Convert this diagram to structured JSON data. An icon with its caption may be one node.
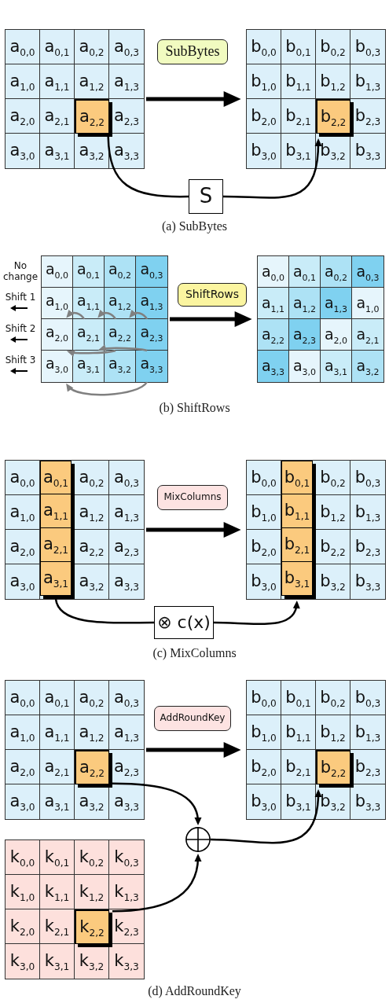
{
  "diagram": {
    "nodes": [
      {
        "text": [],
        "shape": "box"
      },
      {
        "text": [
          "a$_{0,0}$"
        ],
        "in": 0
      },
      {
        "text": [
          "a$_{0,1}$"
        ],
        "in": 0
      },
      {
        "text": [
          "a$_{0,2}$"
        ],
        "in": 0
      },
      {
        "text": [
          "a$_{0,3}$"
        ],
        "in": 0
      },
      {
        "text": [
          "a$_{1,0}$"
        ],
        "in": 0
      },
      {
        "text": [
          "a$_{1,1}$"
        ],
        "in": 0
      },
      {
        "text": [
          "a$_{1,2}$"
        ],
        "in": 0
      },
      {
        "text": [
          "a$_{1,3}$"
        ],
        "in": 0
      },
      {
        "text": [
          "a$_{2,0}$"
        ],
        "in": 0
      },
      {
        "text": [
          "a$_{2,1}$"
        ],
        "in": 0
      },
      {
        "text": [
          "a$_{2,2}$"
        ],
        "in": 0
      },
      {
        "text": [
          "a$_{2,3}$"
        ],
        "in": 0
      },
      {
        "text": [
          "a$_{3,0}$"
        ],
        "in": 0
      },
      {
        "text": [
          "a$_{3,1}$"
        ],
        "in": 0
      },
      {
        "text": [
          "a$_{3,2}$"
        ],
        "in": 0
      },
      {
        "text": [
          "a$_{3,3}$"
        ],
        "in": 0
      },
      {
        "text": [
          "SubBytes"
        ]
      },
      {
        "text": [],
        "shape": "box"
      },
      {
        "text": [
          "b$_{0,0}$"
        ],
        "in": 18
      },
      {
        "text": [
          "b$_{0,1}$"
        ],
        "in": 18
      },
      {
        "text": [
          "b$_{0,2}$"
        ],
        "in": 18
      },
      {
        "text": [
          "b$_{0,3}$"
        ],
        "in": 18
      },
      {
        "text": [
          "b$_{1,0}$"
        ],
        "in": 18
      },
      {
        "text": [
          "b$_{1,1}$"
        ],
        "in": 18
      },
      {
        "text": [
          "b$_{1,2}$"
        ],
        "in": 18
      },
      {
        "text": [
          "b$_{1,3}$"
        ],
        "in": 18
      },
      {
        "text": [
          "b$_{2,0}$"
        ],
        "in": 18
      },
      {
        "text": [
          "b$_{2,1}$"
        ],
        "in": 18
      },
      {
        "text": [
          "b$_{2,2}$"
        ],
        "in": 18
      },
      {
        "text": [
          "b$_{2,3}$"
        ],
        "in": 18
      },
      {
        "text": [
          "b$_{3,0}$"
        ],
        "in": 18
      },
      {
        "text": [
          "b$_{3,1}$"
        ],
        "in": 18
      },
      {
        "text": [
          "b$_{3,2}$"
        ],
        "in": 18
      },
      {
        "text": [
          "b$_{3,3}$"
        ],
        "in": 18
      },
      {
        "text": [
          "S"
        ]
      },
      {
        "text": [],
        "shape": "box"
      },
      {
        "text": [
          "a$_{0,0}$"
        ],
        "in": 36
      },
      {
        "text": [
          "a$_{0,1}$"
        ],
        "in": 36
      },
      {
        "text": [
          "a$_{0,2}$"
        ],
        "in": 36
      },
      {
        "text": [
          "a$_{0,3}$"
        ],
        "in": 36
      },
      {
        "text": [
          "a$_{1,0}$"
        ],
        "in": 36
      },
      {
        "text": [
          "a$_{1,1}$"
        ],
        "in": 36
      },
      {
        "text": [
          "a$_{1,2}$"
        ],
        "in": 36
      },
      {
        "text": [
          "a$_{1,3}$"
        ],
        "in": 36
      },
      {
        "text": [
          "a$_{2,0}$"
        ],
        "in": 36
      },
      {
        "text": [
          "a$_{2,1}$"
        ],
        "in": 36
      },
      {
        "text": [
          "a$_{2,2}$"
        ],
        "in": 36
      },
      {
        "text": [
          "a$_{2,3}$"
        ],
        "in": 36
      },
      {
        "text": [
          "a$_{3,0}$"
        ],
        "in": 36
      },
      {
        "text": [
          "a$_{3,1}$"
        ],
        "in": 36
      },
      {
        "text": [
          "a$_{3,2}$"
        ],
        "in": 36
      },
      {
        "text": [
          "a$_{3,3}$"
        ],
        "in": 36
      },
      {
        "text": [
          "ShiftRows"
        ]
      },
      {
        "text": [],
        "shape": "box"
      },
      {
        "text": [
          "a$_{0,0}$"
        ],
        "in": 54
      },
      {
        "text": [
          "a$_{0,1}$"
        ],
        "in": 54
      },
      {
        "text": [
          "a$_{0,2}$"
        ],
        "in": 54
      },
      {
        "text": [
          "a$_{0,3}$"
        ],
        "in": 54
      },
      {
        "text": [
          "a$_{1,1}$"
        ],
        "in": 54
      },
      {
        "text": [
          "a$_{1,2}$"
        ],
        "in": 54
      },
      {
        "text": [
          "a$_{1,3}$"
        ],
        "in": 54
      },
      {
        "text": [
          "a$_{1,0}$"
        ],
        "in": 54
      },
      {
        "text": [
          "a$_{2,2}$"
        ],
        "in": 54
      },
      {
        "text": [
          "a$_{2,3}$"
        ],
        "in": 54
      },
      {
        "text": [
          "a$_{2,0}$"
        ],
        "in": 54
      },
      {
        "text": [
          "a$_{2,1}$"
        ],
        "in": 54
      },
      {
        "text": [
          "a$_{3,3}$"
        ],
        "in": 54
      },
      {
        "text": [
          "a$_{3,0}$"
        ],
        "in": 54
      },
      {
        "text": [
          "a$_{3,1}$"
        ],
        "in": 54
      },
      {
        "text": [
          "a$_{3,2}$"
        ],
        "in": 54
      },
      {
        "text": [],
        "shape": "box"
      },
      {
        "text": [
          "a$_{0,0}$"
        ],
        "in": 71
      },
      {
        "text": [
          "a$_{0,2}$"
        ],
        "in": 71
      },
      {
        "text": [
          "a$_{0,3}$"
        ],
        "in": 71
      },
      {
        "text": [
          "a$_{1,0}$"
        ],
        "in": 71
      },
      {
        "text": [
          "a$_{1,2}$"
        ],
        "in": 71
      },
      {
        "text": [
          "a$_{1,3}$"
        ],
        "in": 71
      },
      {
        "text": [
          "a$_{2,0}$"
        ],
        "in": 71
      },
      {
        "text": [
          "a$_{2,2}$"
        ],
        "in": 71
      },
      {
        "text": [
          "a$_{2,3}$"
        ],
        "in": 71
      },
      {
        "text": [
          "a$_{3,0}$"
        ],
        "in": 71
      },
      {
        "text": [
          "a$_{3,2}$"
        ],
        "in": 71
      },
      {
        "text": [
          "a$_{3,3}$"
        ],
        "in": 71
      },
      {
        "text": [],
        "shape": "bar",
        "in": 71
      },
      {
        "text": [
          "a$_{0,1}$"
        ],
        "in": 84
      },
      {
        "text": [
          "a$_{1,1}$"
        ],
        "in": 84
      },
      {
        "text": [
          "a$_{2,1}$"
        ],
        "in": 84
      },
      {
        "text": [
          "a$_{3,1}$"
        ],
        "in": 84
      },
      {
        "text": [
          "MixColumns"
        ]
      },
      {
        "text": [],
        "shape": "box"
      },
      {
        "text": [
          "b$_{0,0}$"
        ],
        "in": 90
      },
      {
        "text": [
          "b$_{0,2}$"
        ],
        "in": 90
      },
      {
        "text": [
          "b$_{0,3}$"
        ],
        "in": 90
      },
      {
        "text": [
          "b$_{1,0}$"
        ],
        "in": 90
      },
      {
        "text": [
          "b$_{1,2}$"
        ],
        "in": 90
      },
      {
        "text": [
          "b$_{1,3}$"
        ],
        "in": 90
      },
      {
        "text": [
          "b$_{2,0}$"
        ],
        "in": 90
      },
      {
        "text": [
          "b$_{2,2}$"
        ],
        "in": 90
      },
      {
        "text": [
          "b$_{2,3}$"
        ],
        "in": 90
      },
      {
        "text": [
          "b$_{3,0}$"
        ],
        "in": 90
      },
      {
        "text": [
          "b$_{3,2}$"
        ],
        "in": 90
      },
      {
        "text": [
          "b$_{3,3}$"
        ],
        "in": 90
      },
      {
        "text": [],
        "shape": "bar",
        "in": 90
      },
      {
        "text": [
          "b$_{0,1}$"
        ],
        "in": 103
      },
      {
        "text": [
          "b$_{1,1}$"
        ],
        "in": 103
      },
      {
        "text": [
          "b$_{2,1}$"
        ],
        "in": 103
      },
      {
        "text": [
          "b$_{3,1}$"
        ],
        "in": 103
      },
      {
        "text": [
          "⊗ c(x)"
        ]
      },
      {
        "text": [],
        "shape": "box"
      },
      {
        "text": [
          "a$_{0,0}$"
        ],
        "in": 109
      },
      {
        "text": [
          "a$_{0,1}$"
        ],
        "in": 109
      },
      {
        "text": [
          "a$_{0,2}$"
        ],
        "in": 109
      },
      {
        "text": [
          "a$_{0,3}$"
        ],
        "in": 109
      },
      {
        "text": [
          "a$_{1,0}$"
        ],
        "in": 109
      },
      {
        "text": [
          "a$_{1,1}$"
        ],
        "in": 109
      },
      {
        "text": [
          "a$_{1,2}$"
        ],
        "in": 109
      },
      {
        "text": [
          "a$_{1,3}$"
        ],
        "in": 109
      },
      {
        "text": [
          "a$_{2,0}$"
        ],
        "in": 109
      },
      {
        "text": [
          "a$_{2,1}$"
        ],
        "in": 109
      },
      {
        "text": [
          "a$_{2,2}$"
        ],
        "in": 109
      },
      {
        "text": [
          "a$_{2,3}$"
        ],
        "in": 109
      },
      {
        "text": [
          "a$_{3,0}$"
        ],
        "in": 109
      },
      {
        "text": [
          "a$_{3,1}$"
        ],
        "in": 109
      },
      {
        "text": [
          "a$_{3,2}$"
        ],
        "in": 109
      },
      {
        "text": [
          "a$_{3,3}$"
        ],
        "in": 109
      },
      {
        "text": [
          "AddRoundKey"
        ]
      },
      {
        "text": [],
        "shape": "box"
      },
      {
        "text": [
          "b$_{0,0}$"
        ],
        "in": 127
      },
      {
        "text": [
          "b$_{0,1}$"
        ],
        "in": 127
      },
      {
        "text": [
          "b$_{0,2}$"
        ],
        "in": 127
      },
      {
        "text": [
          "b$_{0,3}$"
        ],
        "in": 127
      },
      {
        "text": [
          "b$_{1,0}$"
        ],
        "in": 127
      },
      {
        "text": [
          "b$_{1,1}$"
        ],
        "in": 127
      },
      {
        "text": [
          "b$_{1,2}$"
        ],
        "in": 127
      },
      {
        "text": [
          "b$_{1,3}$"
        ],
        "in": 127
      },
      {
        "text": [
          "b$_{2,0}$"
        ],
        "in": 127
      },
      {
        "text": [
          "b$_{2,1}$"
        ],
        "in": 127
      },
      {
        "text": [
          "b$_{2,2}$"
        ],
        "in": 127
      },
      {
        "text": [
          "b$_{2,3}$"
        ],
        "in": 127
      },
      {
        "text": [
          "b$_{3,0}$"
        ],
        "in": 127
      },
      {
        "text": [
          "b$_{3,1}$"
        ],
        "in": 127
      },
      {
        "text": [
          "b$_{3,2}$"
        ],
        "in": 127
      },
      {
        "text": [
          "b$_{3,3}$"
        ],
        "in": 127
      },
      {
        "text": [],
        "shape": "circle"
      },
      {
        "text": [],
        "shape": "box"
      },
      {
        "text": [
          "k$_{0,0}$"
        ],
        "in": 145
      },
      {
        "text": [
          "k$_{0,1}$"
        ],
        "in": 145
      },
      {
        "text": [
          "k$_{0,2}$"
        ],
        "in": 145
      },
      {
        "text": [
          "k$_{0,3}$"
        ],
        "in": 145
      },
      {
        "text": [
          "k$_{1,0}$"
        ],
        "in": 145
      },
      {
        "text": [
          "k$_{1,1}$"
        ],
        "in": 145
      },
      {
        "text": [
          "k$_{1,2}$"
        ],
        "in": 145
      },
      {
        "text": [
          "k$_{1,3}$"
        ],
        "in": 145
      },
      {
        "text": [
          "k$_{2,0}$"
        ],
        "in": 145
      },
      {
        "text": [
          "k$_{2,1}$"
        ],
        "in": 145
      },
      {
        "text": [
          "k$_{2,2}$"
        ],
        "in": 145
      },
      {
        "text": [
          "k$_{2,3}$"
        ],
        "in": 145
      },
      {
        "text": [
          "k$_{3,0}$"
        ],
        "in": 145
      },
      {
        "text": [
          "k$_{3,1}$"
        ],
        "in": 145
      },
      {
        "text": [
          "k$_{3,2}$"
        ],
        "in": 145
      },
      {
        "text": [
          "k$_{3,3}$"
        ],
        "in": 145
      }
    ],
    "edges": [
      {
        "from": 0,
        "to": 18,
        "arrow": "to",
        "style": "thick"
      },
      {
        "from": 11,
        "to": 35,
        "arrow": "none"
      },
      {
        "from": 35,
        "to": 29,
        "arrow": "to"
      },
      {
        "from": 36,
        "to": 54,
        "arrow": "to",
        "style": "thick"
      },
      {
        "from": 42,
        "to": 41,
        "arrow": "to",
        "color": "#808080"
      },
      {
        "from": 43,
        "to": 42,
        "arrow": "to",
        "color": "#808080"
      },
      {
        "from": 44,
        "to": 43,
        "arrow": "to",
        "color": "#808080"
      },
      {
        "from": 47,
        "to": 45,
        "arrow": "to",
        "color": "#808080"
      },
      {
        "from": 48,
        "to": 46,
        "arrow": "to",
        "color": "#808080"
      },
      {
        "from": 52,
        "to": 49,
        "arrow": "to",
        "color": "#808080"
      },
      {
        "from": 71,
        "to": 90,
        "arrow": "to",
        "style": "thick"
      },
      {
        "from": 84,
        "to": 108,
        "arrow": "none"
      },
      {
        "from": 108,
        "to": 103,
        "arrow": "to"
      },
      {
        "from": 109,
        "to": 127,
        "arrow": "to",
        "style": "thick"
      },
      {
        "from": 120,
        "to": 144,
        "arrow": "to"
      },
      {
        "from": 156,
        "to": 144,
        "arrow": "to"
      },
      {
        "from": 144,
        "to": 138,
        "arrow": "to"
      }
    ],
    "labels": [
      "(a) SubBytes",
      "No change",
      "Shift 1",
      "Shift 2",
      "Shift 3",
      "(b) ShiftRows",
      "(c) MixColumns",
      "(d) AddRoundKey"
    ]
  }
}
